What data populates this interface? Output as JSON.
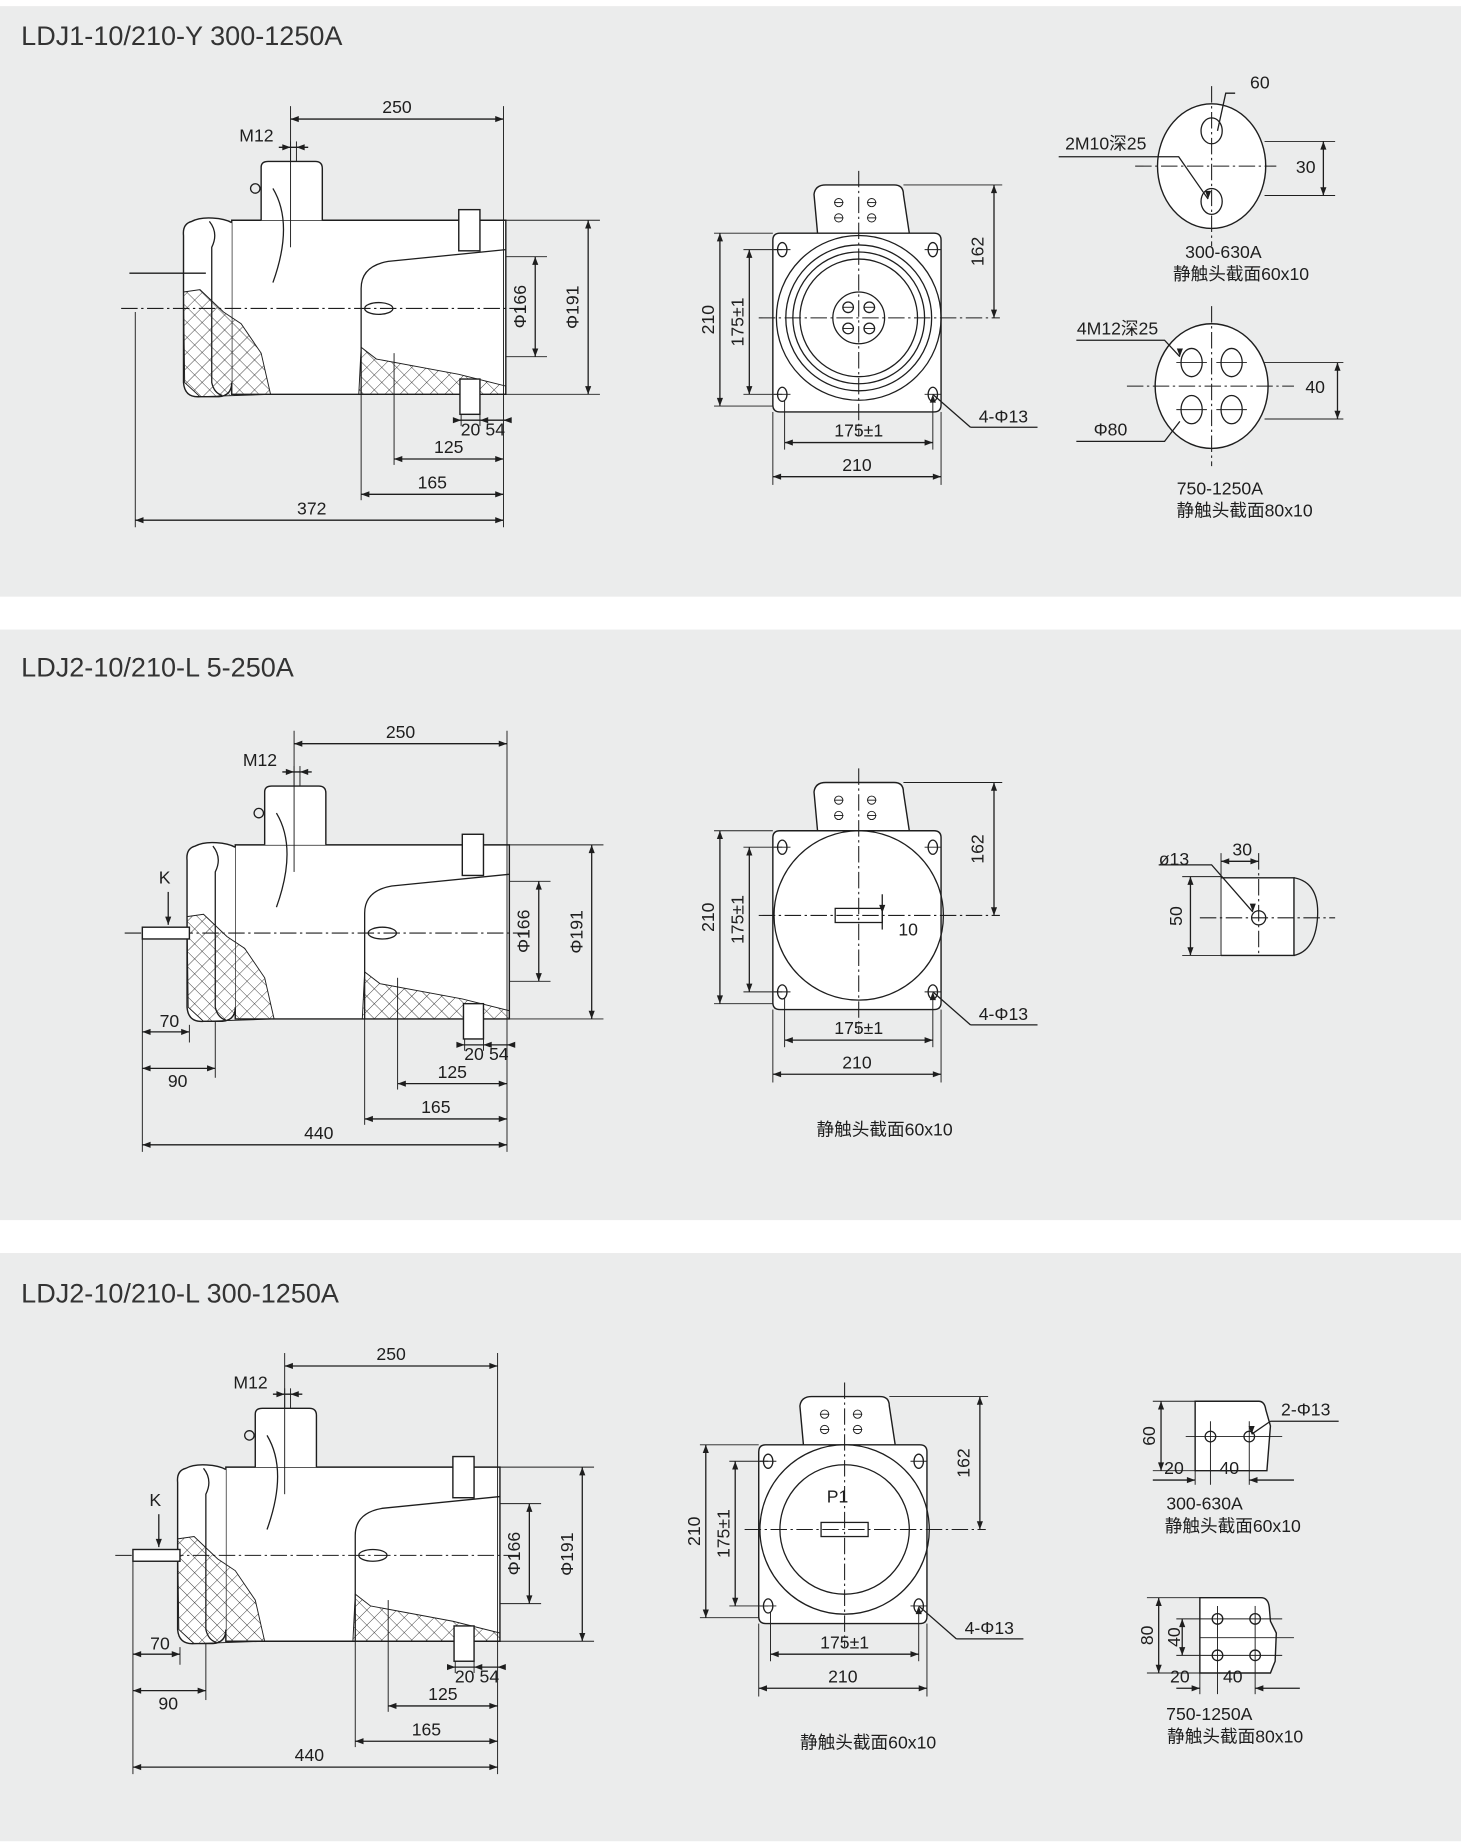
{
  "colors": {
    "panel": "#ebecec",
    "separator": "#ffffff",
    "ink": "#1e1e1e"
  },
  "panels": [
    {
      "title": "LDJ1-10/210-Y  300-1250A",
      "side": {
        "d250": "250",
        "m12": "M12",
        "phi166": "Φ166",
        "phi191": "Φ191",
        "d20": "20",
        "d54": "54",
        "d125": "125",
        "d165": "165",
        "overall": "372"
      },
      "front": {
        "h210": "210",
        "h175": "175±1",
        "h162": "162",
        "w175": "175±1",
        "w210": "210",
        "holes": "4-Φ13"
      },
      "details": {
        "a": {
          "d60": "60",
          "thread": "2M10深25",
          "d30": "30",
          "range": "300-630A",
          "section": "静触头截面60x10"
        },
        "b": {
          "thread": "4M12深25",
          "d40": "40",
          "phi80": "Φ80",
          "range": "750-1250A",
          "section": "静触头截面80x10"
        }
      }
    },
    {
      "title": "LDJ2-10/210-L  5-250A",
      "side": {
        "d250": "250",
        "m12": "M12",
        "phi166": "Φ166",
        "phi191": "Φ191",
        "d20": "20",
        "d54": "54",
        "d125": "125",
        "d165": "165",
        "overall": "440",
        "d70": "70",
        "d90": "90",
        "k": "K"
      },
      "front": {
        "h210": "210",
        "h175": "175±1",
        "h162": "162",
        "w175": "175±1",
        "w210": "210",
        "holes": "4-Φ13",
        "slot": "10",
        "section": "静触头截面60x10"
      },
      "details": {
        "a": {
          "hole": "ø13",
          "d30": "30",
          "d50": "50"
        }
      }
    },
    {
      "title": "LDJ2-10/210-L  300-1250A",
      "side": {
        "d250": "250",
        "m12": "M12",
        "phi166": "Φ166",
        "phi191": "Φ191",
        "d20": "20",
        "d54": "54",
        "d125": "125",
        "d165": "165",
        "overall": "440",
        "d70": "70",
        "d90": "90",
        "k": "K"
      },
      "front": {
        "h210": "210",
        "h175": "175±1",
        "h162": "162",
        "w175": "175±1",
        "w210": "210",
        "holes": "4-Φ13",
        "p1": "P1",
        "section": "静触头截面60x10"
      },
      "details": {
        "a": {
          "d60": "60",
          "holes": "2-Φ13",
          "d20": "20",
          "d40": "40",
          "range": "300-630A",
          "section": "静触头截面60x10"
        },
        "b": {
          "d80": "80",
          "d40v": "40",
          "d20": "20",
          "d40": "40",
          "range": "750-1250A",
          "section": "静触头截面80x10"
        }
      }
    }
  ]
}
